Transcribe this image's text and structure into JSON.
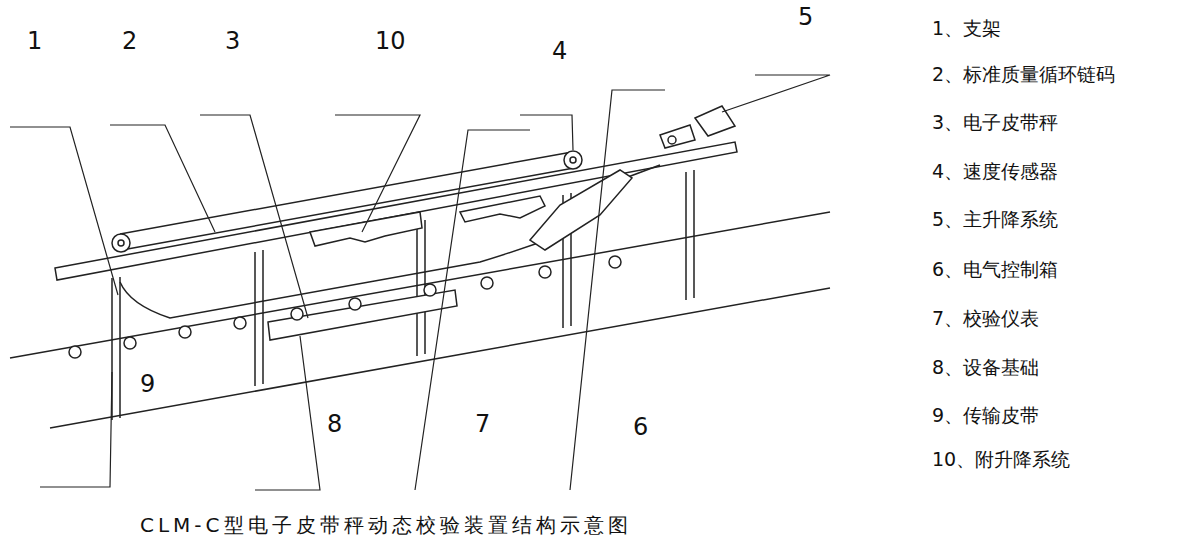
{
  "diagram": {
    "caption": "CLM-C型电子皮带秤动态校验装置结构示意图",
    "labels": [
      "1",
      "2",
      "3",
      "10",
      "4",
      "5",
      "9",
      "8",
      "7",
      "6",
      "1、支架",
      "2、标准质量循环链码",
      "3、电子皮带秤",
      "4、速度传感器",
      "5、主升降系统",
      "6、电气控制箱",
      "7、校验仪表",
      "8、设备基础",
      "9、传输皮带",
      "10、附升降系统"
    ]
  }
}
